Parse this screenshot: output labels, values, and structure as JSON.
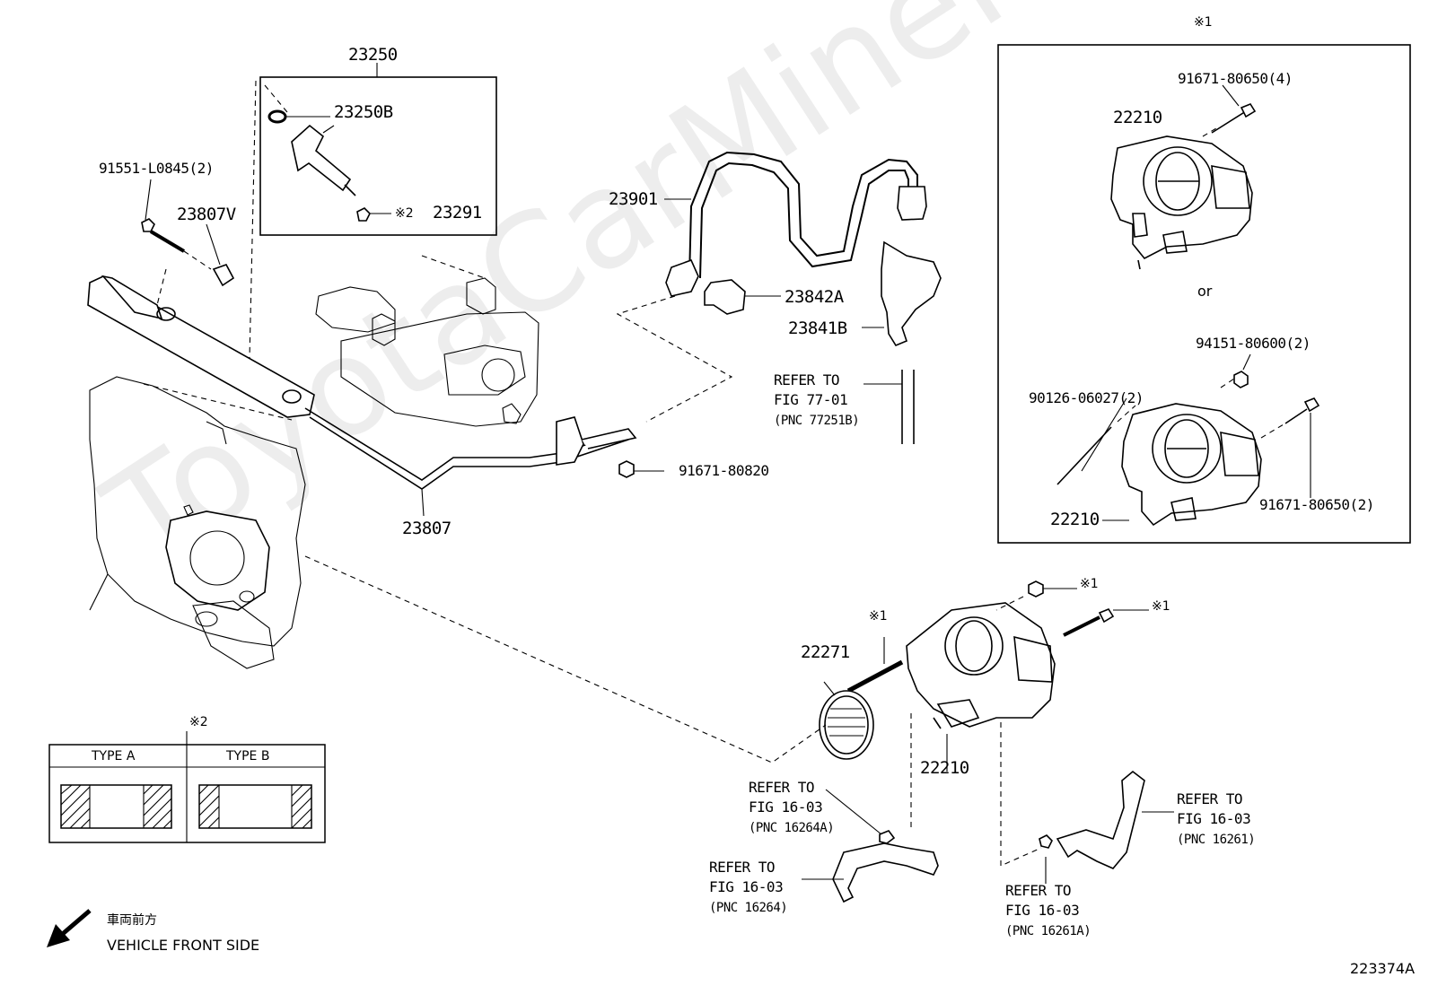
{
  "watermark": "ToyotaCarMiner.ru",
  "labels": {
    "p23250": "23250",
    "p23250b": "23250B",
    "p23291": "23291",
    "p23291_note": "※2",
    "p91551": "91551-L0845(2)",
    "p23807v": "23807V",
    "p23901": "23901",
    "p23842a": "23842A",
    "p23841b": "23841B",
    "p91671_80820": "91671-80820",
    "p23807": "23807",
    "p22271": "22271",
    "p22271_note": "※1",
    "p22210_main": "22210",
    "note1_a": "※1",
    "note1_b": "※1"
  },
  "refer_fig77": {
    "l1": "REFER TO",
    "l2": "FIG 77-01",
    "l3": "(PNC 77251B)"
  },
  "refer_16264a": {
    "l1": "REFER TO",
    "l2": "FIG 16-03",
    "l3": "(PNC 16264A)"
  },
  "refer_16264": {
    "l1": "REFER TO",
    "l2": "FIG 16-03",
    "l3": "(PNC 16264)"
  },
  "refer_16261": {
    "l1": "REFER TO",
    "l2": "FIG 16-03",
    "l3": "(PNC 16261)"
  },
  "refer_16261a": {
    "l1": "REFER TO",
    "l2": "FIG 16-03",
    "l3": "(PNC 16261A)"
  },
  "inset": {
    "note": "※1",
    "p91671_4": "91671-80650(4)",
    "p22210_top": "22210",
    "or": "or",
    "p94151": "94151-80600(2)",
    "p90126": "90126-06027(2)",
    "p22210_bot": "22210",
    "p91671_2": "91671-80650(2)"
  },
  "type_table": {
    "note": "※2",
    "type_a": "TYPE A",
    "type_b": "TYPE B"
  },
  "front": {
    "jp": "車両前方",
    "en": "VEHICLE FRONT SIDE"
  },
  "figure_id": "223374A"
}
